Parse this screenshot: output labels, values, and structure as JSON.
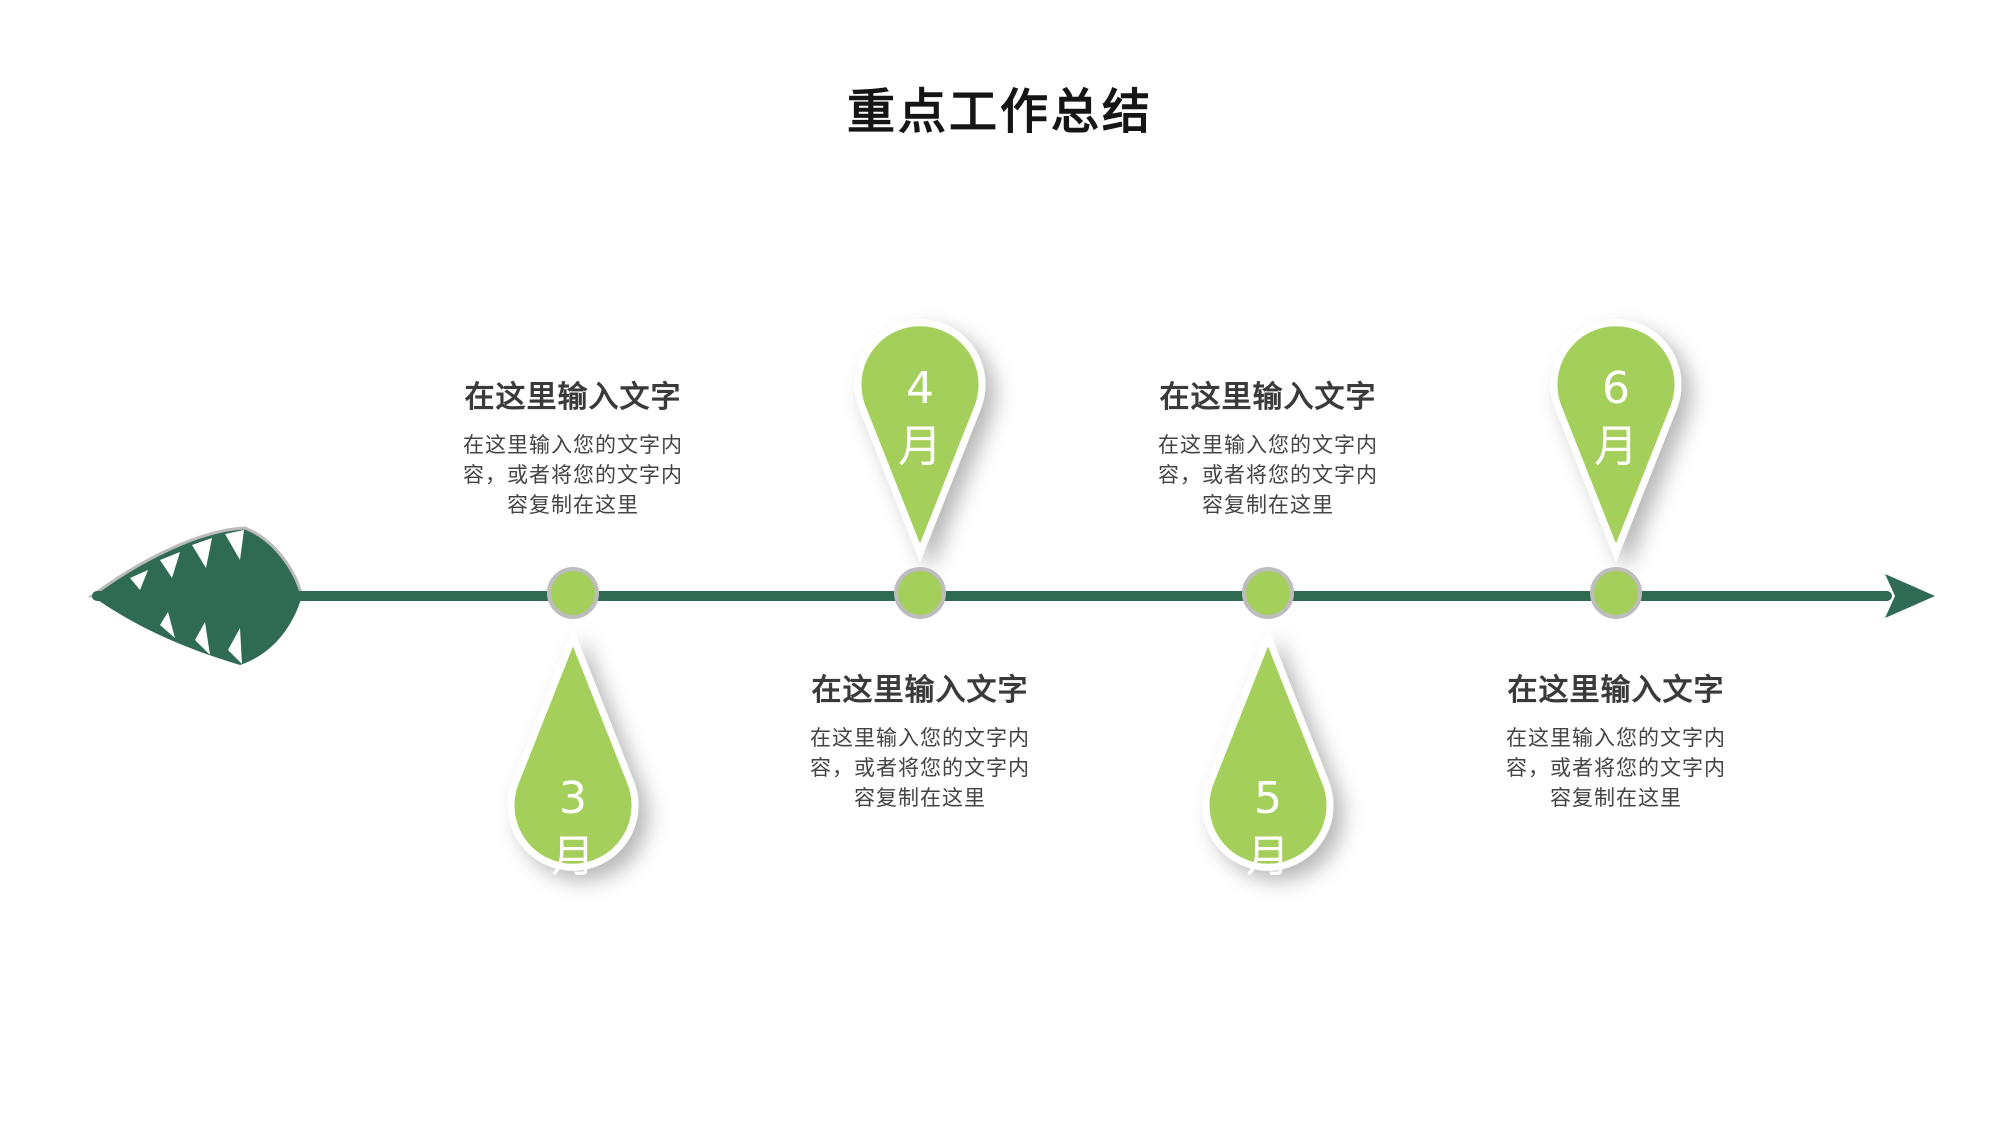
{
  "title": "重点工作总结",
  "colors": {
    "line": "#2f6b52",
    "drop": "#a4cf5a",
    "node_border": "#bdbdbd"
  },
  "milestones": [
    {
      "num": "3",
      "unit": "月",
      "heading": "在这里输入文字",
      "lines": [
        "在这里输入您的文字内",
        "容，或者将您的文字内",
        "容复制在这里"
      ]
    },
    {
      "num": "4",
      "unit": "月",
      "heading": "在这里输入文字",
      "lines": [
        "在这里输入您的文字内",
        "容，或者将您的文字内",
        "容复制在这里"
      ]
    },
    {
      "num": "5",
      "unit": "月",
      "heading": "在这里输入文字",
      "lines": [
        "在这里输入您的文字内",
        "容，或者将您的文字内",
        "容复制在这里"
      ]
    },
    {
      "num": "6",
      "unit": "月",
      "heading": "在这里输入文字",
      "lines": [
        "在这里输入您的文字内",
        "容，或者将您的文字内",
        "容复制在这里"
      ]
    }
  ]
}
